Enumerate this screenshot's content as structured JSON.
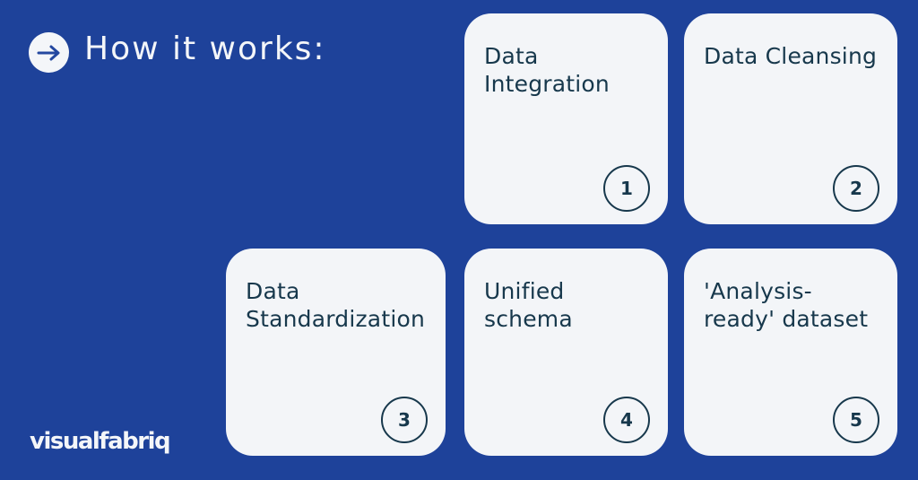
{
  "header": {
    "title": "How it works:"
  },
  "icons": {
    "arrow_icon": "→"
  },
  "cards": [
    {
      "label": "Data Integration",
      "number": "1"
    },
    {
      "label": "Data Cleansing",
      "number": "2"
    },
    {
      "label": "Data Standardization",
      "number": "3"
    },
    {
      "label": "Unified schema",
      "number": "4"
    },
    {
      "label": "'Analysis-ready' dataset",
      "number": "5"
    }
  ],
  "footer": {
    "logo": "visualfabriq"
  },
  "colors": {
    "background": "#1e429a",
    "card_background": "#f3f5f8",
    "text_dark": "#17384c",
    "text_light": "#f4f6f9",
    "arrow_stroke": "#2448a0"
  }
}
